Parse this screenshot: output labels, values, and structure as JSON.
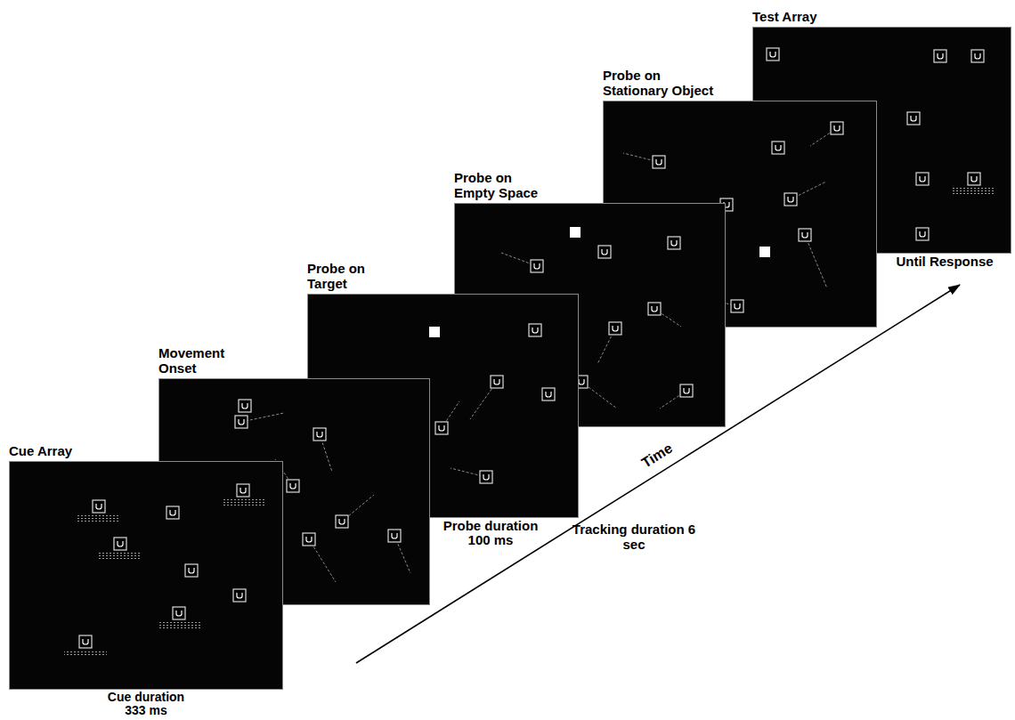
{
  "diagram": {
    "nodes": [
      {
        "text": [
          "Cue Array",
          "Cue duration 333 ms"
        ]
      },
      {
        "text": [
          "Movement Onset"
        ]
      },
      {
        "text": [
          "Probe on Target",
          "Probe duration 100 ms"
        ]
      },
      {
        "text": [
          "Probe on Empty Space"
        ]
      },
      {
        "text": [
          "Probe on Stationary Object"
        ]
      },
      {
        "text": [
          "Test Array",
          "Until Response"
        ]
      }
    ],
    "edges": [],
    "labels": [
      "Tracking duration 6 sec",
      "Time"
    ]
  }
}
